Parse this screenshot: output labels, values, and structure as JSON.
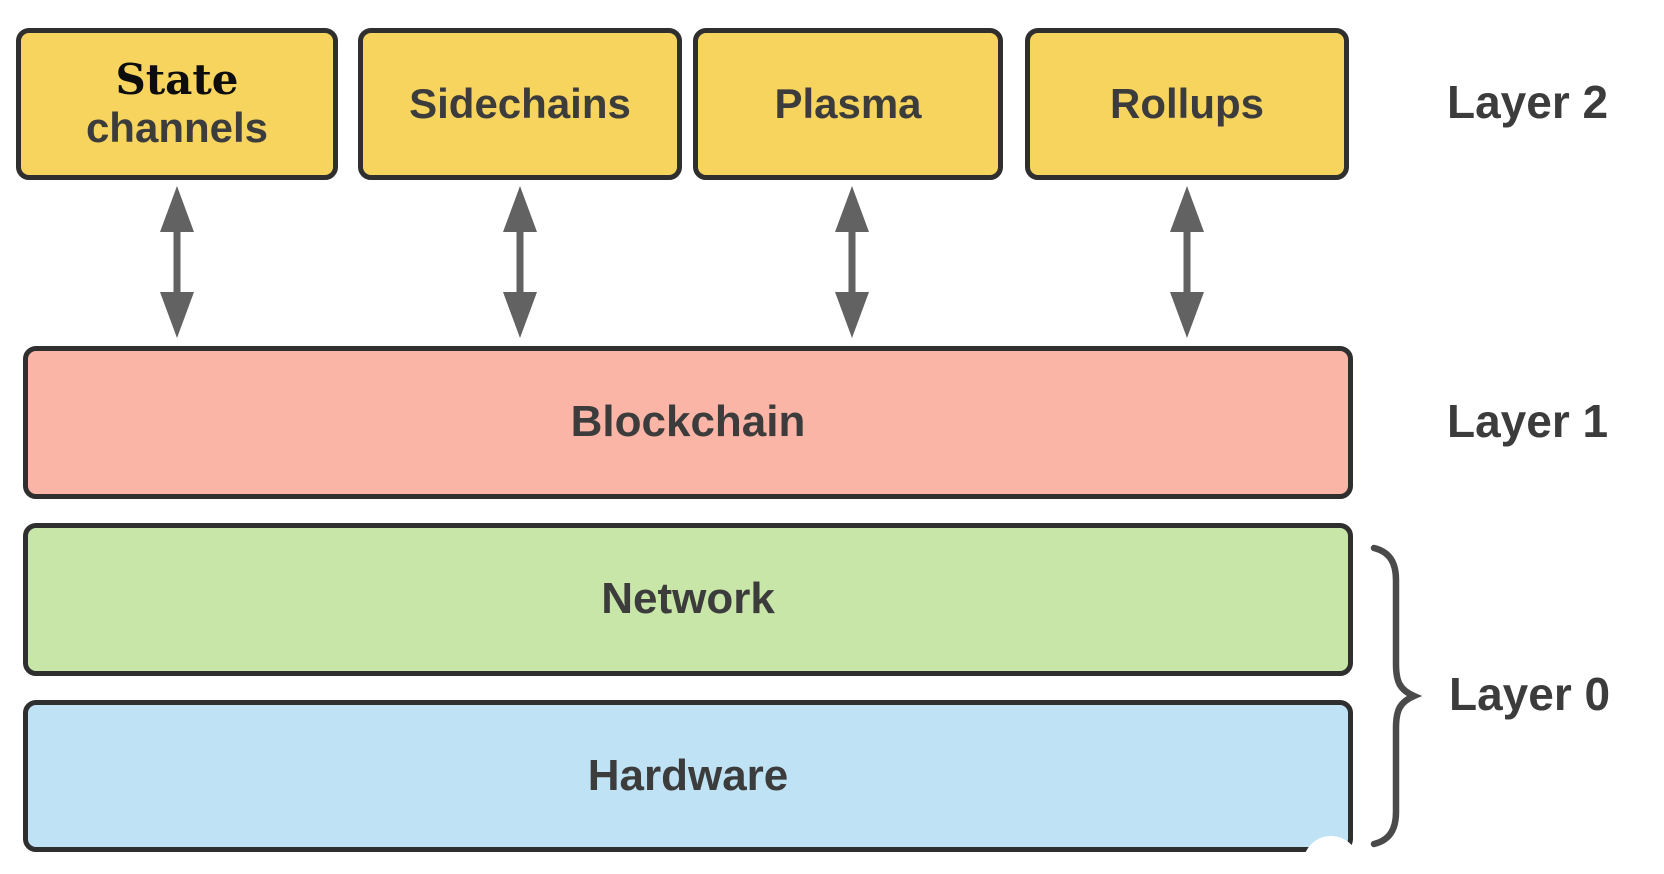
{
  "colors": {
    "background": "#ffffff",
    "yellow": "#f7d45e",
    "salmon": "#fab5a6",
    "green": "#c8e6a8",
    "blue": "#bfe3f4",
    "border": "#2f2f2f",
    "text": "#3c3c3c",
    "state-word": "#0d0d0d",
    "arrow": "#626262",
    "brace": "#4a4a4a"
  },
  "layer2": {
    "label": "Layer 2",
    "boxes": [
      {
        "word1": "State",
        "word2": "channels"
      },
      {
        "label": "Sidechains"
      },
      {
        "label": "Plasma"
      },
      {
        "label": "Rollups"
      }
    ]
  },
  "layer1": {
    "label": "Layer 1",
    "box": {
      "label": "Blockchain"
    }
  },
  "layer0": {
    "label": "Layer 0",
    "boxes": [
      {
        "label": "Network"
      },
      {
        "label": "Hardware"
      }
    ]
  },
  "connections": [
    {
      "from": "State channels",
      "to": "Blockchain",
      "type": "bidirectional-arrow"
    },
    {
      "from": "Sidechains",
      "to": "Blockchain",
      "type": "bidirectional-arrow"
    },
    {
      "from": "Plasma",
      "to": "Blockchain",
      "type": "bidirectional-arrow"
    },
    {
      "from": "Rollups",
      "to": "Blockchain",
      "type": "bidirectional-arrow"
    },
    {
      "group": [
        "Network",
        "Hardware"
      ],
      "label": "Layer 0",
      "type": "brace"
    }
  ]
}
